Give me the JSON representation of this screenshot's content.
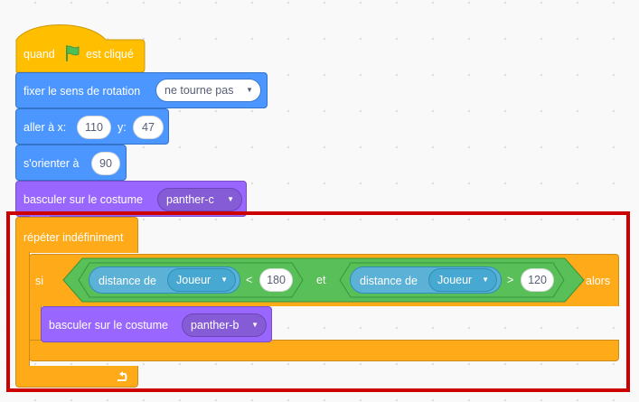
{
  "script": {
    "when_flag": {
      "text_before": "quand",
      "flag_icon": "green-flag-icon",
      "text_after": "est cliqué"
    },
    "rotation_style": {
      "label": "fixer le sens de rotation",
      "value": "ne tourne pas"
    },
    "goto": {
      "label": "aller à x:",
      "x": "110",
      "y_label": "y:",
      "y": "47"
    },
    "point_direction": {
      "label": "s'orienter à",
      "value": "90"
    },
    "switch_costume_1": {
      "label": "basculer sur le costume",
      "value": "panther-c"
    },
    "forever": {
      "label": "répéter indéfiniment",
      "arrow_icon": "loop-arrow-icon"
    },
    "if_block": {
      "label_if": "si",
      "label_then": "alors",
      "and_label": "et",
      "left": {
        "label": "distance de",
        "target": "Joueur",
        "operator": "<",
        "value": "180"
      },
      "right": {
        "label": "distance de",
        "target": "Joueur",
        "operator": ">",
        "value": "120"
      }
    },
    "switch_costume_2": {
      "label": "basculer sur le costume",
      "value": "panther-b"
    }
  },
  "colors": {
    "events": "#ffbf00",
    "motion": "#4c97ff",
    "looks": "#9966ff",
    "control": "#ffab19",
    "operators": "#59c059",
    "sensing": "#5cb1d6",
    "highlight_box": "#cc0000"
  }
}
